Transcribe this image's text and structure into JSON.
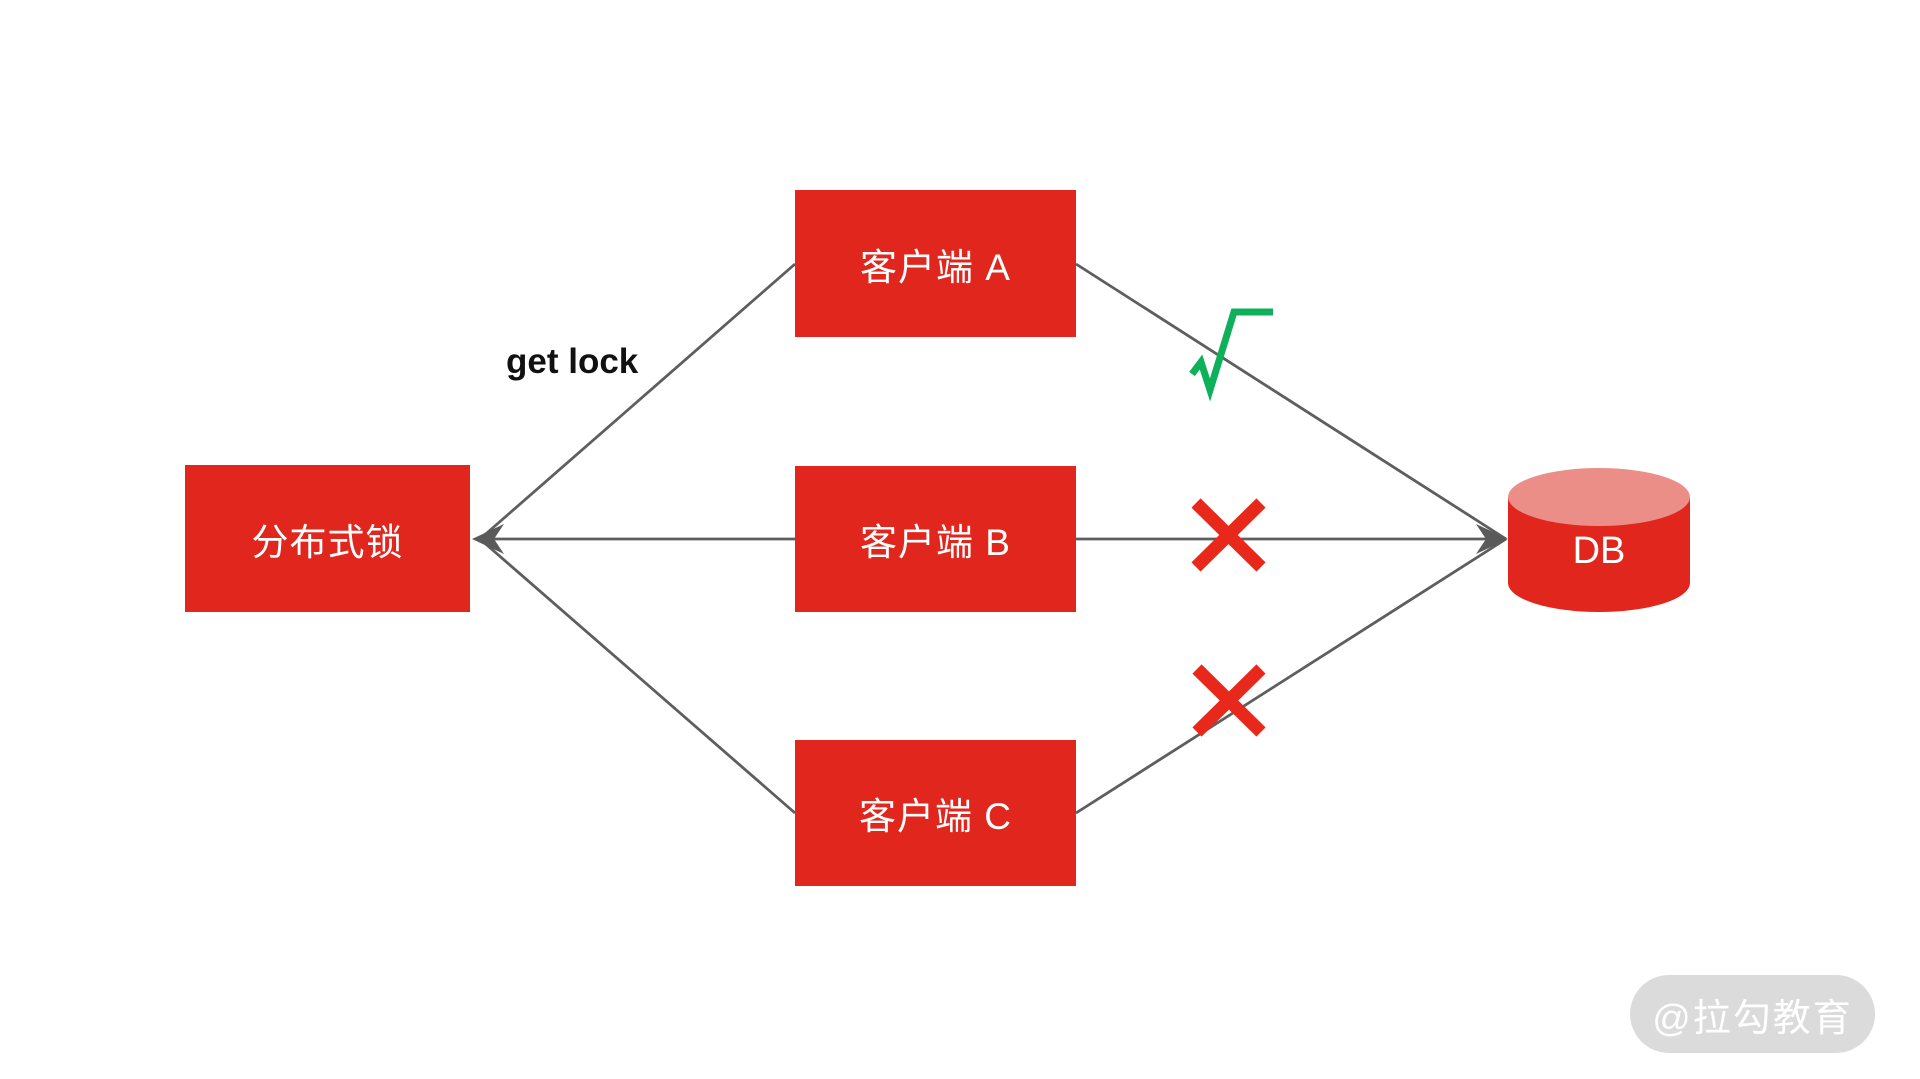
{
  "canvas": {
    "background": "#ffffff"
  },
  "colors": {
    "node_red": "#e0261d",
    "cylinder_top_pink": "#ec8e88",
    "connector_gray": "#5e5e5e",
    "arrowhead_gray": "#5a5a5a",
    "success_green": "#0fb05a",
    "fail_red": "#e8281a",
    "edge_label_black": "#111111",
    "watermark_bg": "#dbdbdb",
    "watermark_text": "#ffffff"
  },
  "nodes": {
    "lock": {
      "label": "分布式锁"
    },
    "client_a": {
      "label": "客户端 A"
    },
    "client_b": {
      "label": "客户端 B"
    },
    "client_c": {
      "label": "客户端 C"
    },
    "db": {
      "label": "DB"
    }
  },
  "edge_label": "get lock",
  "edges": [
    {
      "from": "客户端 A",
      "to": "分布式锁",
      "label": "get lock",
      "arrow": "into-lock"
    },
    {
      "from": "客户端 B",
      "to": "分布式锁",
      "label": "",
      "arrow": "into-lock"
    },
    {
      "from": "客户端 C",
      "to": "分布式锁",
      "label": "",
      "arrow": "into-lock"
    },
    {
      "from": "客户端 A",
      "to": "DB",
      "result": "success",
      "marker": "√"
    },
    {
      "from": "客户端 B",
      "to": "DB",
      "result": "fail",
      "marker": "×"
    },
    {
      "from": "客户端 C",
      "to": "DB",
      "result": "fail",
      "marker": "×"
    }
  ],
  "watermark": {
    "text": "@拉勾教育"
  }
}
